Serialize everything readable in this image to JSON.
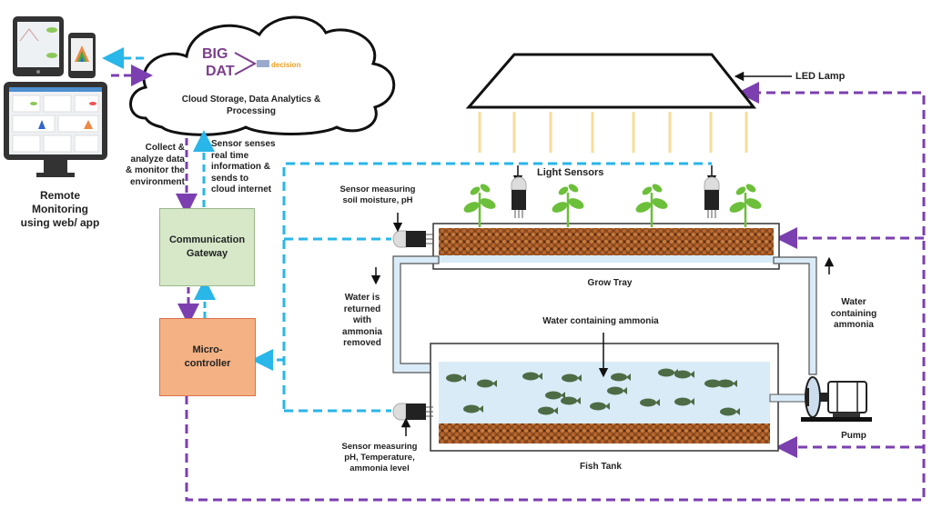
{
  "title": "IoT Aquaponics Monitoring System",
  "colors": {
    "cyan_line": "#29b6e8",
    "purple_line": "#7b3fb0",
    "gateway_fill": "#d6e8c8",
    "gateway_border": "#9bb88a",
    "controller_fill": "#f4b183",
    "controller_border": "#d9724a",
    "water": "#d9ebf7",
    "soil": "#a0582a",
    "leaf": "#6cbf3a",
    "led_beam": "#f6dd9a"
  },
  "remote": {
    "label_line1": "Remote",
    "label_line2": "Monitoring",
    "label_line3": "using web/ app"
  },
  "cloud": {
    "logo_text_1": "BIG",
    "logo_text_2": "DAT",
    "logo_tag": "decision",
    "label_line1": "Cloud Storage, Data Analytics &",
    "label_line2": "Processing"
  },
  "annotations": {
    "collect_line1": "Collect &",
    "collect_line2": "analyze data",
    "collect_line3": "& monitor the",
    "collect_line4": "environment",
    "sense_line1": "Sensor senses",
    "sense_line2": "real time",
    "sense_line3": "information &",
    "sense_line4": "sends to",
    "sense_line5": "cloud internet"
  },
  "gateway": {
    "line1": "Communication",
    "line2": "Gateway"
  },
  "controller": {
    "line1": "Micro-",
    "line2": "controller"
  },
  "lamp": {
    "label": "LED Lamp"
  },
  "light_sensors": {
    "label": "Light Sensors"
  },
  "soil_sensor": {
    "line1": "Sensor measuring",
    "line2": "soil moisture, pH"
  },
  "grow_tray": {
    "label": "Grow Tray"
  },
  "return_water": {
    "line1": "Water is",
    "line2": "returned",
    "line3": "with",
    "line4": "ammonia",
    "line5": "removed"
  },
  "ammonia_water": {
    "line1": "Water",
    "line2": "containing",
    "line3": "ammonia"
  },
  "tank_water": {
    "label": "Water containing ammonia"
  },
  "fish_tank": {
    "label": "Fish Tank"
  },
  "tank_sensor": {
    "line1": "Sensor measuring",
    "line2": "pH, Temperature,",
    "line3": "ammonia level"
  },
  "pump": {
    "label": "Pump"
  }
}
